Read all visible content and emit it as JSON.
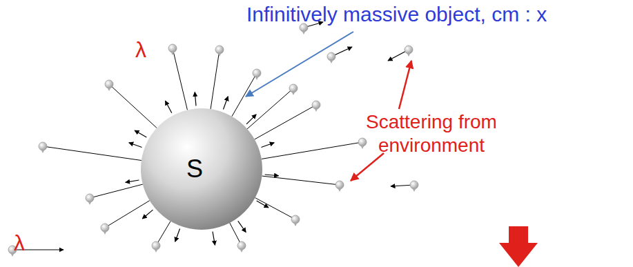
{
  "diagram": {
    "nodes": [
      {
        "text": [
          "S"
        ]
      }
    ],
    "labels": [
      "Infinitively massive object, cm : x",
      "λ",
      "λ",
      "Scattering from environment"
    ]
  }
}
